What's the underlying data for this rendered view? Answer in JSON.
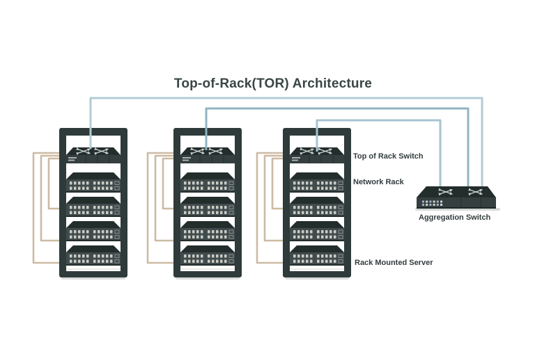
{
  "title": "Top-of-Rack(TOR) Architecture",
  "labels": {
    "tor_switch": "Top of Rack Switch",
    "network_rack": "Network Rack",
    "aggregation_switch": "Aggregation Switch",
    "rack_server": "Rack Mounted Server"
  },
  "diagram": {
    "rack_count": 3,
    "servers_per_rack": 4,
    "tor_switch_per_rack": 1,
    "aggregation_switch_count": 1,
    "uplinks": [
      {
        "from": "rack-1-tor-switch",
        "to": "aggregation-switch"
      },
      {
        "from": "rack-2-tor-switch",
        "to": "aggregation-switch"
      },
      {
        "from": "rack-3-tor-switch",
        "to": "aggregation-switch"
      }
    ]
  },
  "icons": {
    "switch_symbol": "crossed-double-arrows-icon"
  },
  "colors": {
    "rack_frame": "#2f3a3a",
    "device_top": "#232d2c",
    "switch_face": "#353f3f",
    "server_face": "#414b4c",
    "port_dot": "#c9cbc5",
    "server_cable": "#cdbaa4",
    "uplink_cables": [
      "#b2ccd5",
      "#8fb4c2",
      "#a6c4cf"
    ],
    "label_text": "#323c3d",
    "title_text": "#3a4546"
  }
}
